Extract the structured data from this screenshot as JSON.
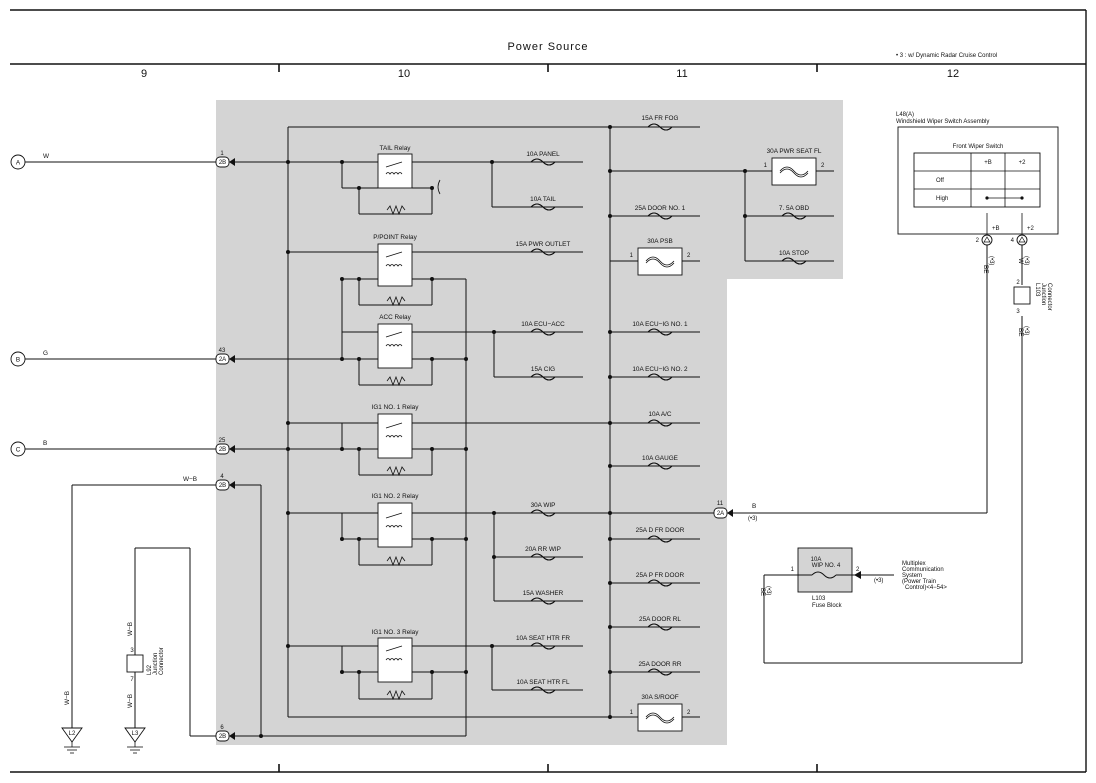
{
  "header": {
    "title": "Power Source",
    "note": "• 3 : w/ Dynamic Radar Cruise Control"
  },
  "columns": [
    "9",
    "10",
    "11",
    "12"
  ],
  "inputs": [
    {
      "letter": "A",
      "wire": "W",
      "pin": "1",
      "conn": "2B"
    },
    {
      "letter": "B",
      "wire": "G",
      "pin": "43",
      "conn": "2A"
    },
    {
      "letter": "C",
      "wire": "B",
      "pin": "25",
      "conn": "2B"
    }
  ],
  "ground_branch": {
    "wire": "W−B",
    "pin": "4",
    "conn": "2B"
  },
  "ground_pin6": {
    "pin": "6",
    "conn": "2B"
  },
  "relays": [
    "TAIL Relay",
    "P/POINT Relay",
    "ACC Relay",
    "IG1 NO. 1 Relay",
    "IG1 NO. 2 Relay",
    "IG1 NO. 3 Relay"
  ],
  "fuses_left": [
    "10A PANEL",
    "10A TAIL",
    "15A PWR OUTLET",
    "10A ECU−ACC",
    "15A CIG",
    "30A WIP",
    "20A RR WIP",
    "15A WASHER",
    "10A SEAT HTR FR",
    "10A SEAT HTR FL"
  ],
  "fuses_mid": [
    "15A FR FOG",
    "25A DOOR NO. 1",
    "10A ECU−IG NO. 1",
    "10A ECU−IG NO. 2",
    "10A A/C",
    "10A GAUGE",
    "25A D FR DOOR",
    "25A P FR DOOR",
    "25A DOOR RL",
    "25A DOOR RR"
  ],
  "fuses_right": [
    "7. 5A OBD",
    "10A STOP"
  ],
  "big_fuses": [
    {
      "label": "30A PWR SEAT FL",
      "p1": "1",
      "p2": "2"
    },
    {
      "label": "30A PSB",
      "p1": "1",
      "p2": "2"
    },
    {
      "label": "30A S/ROOF",
      "p1": "1",
      "p2": "2"
    }
  ],
  "wiper": {
    "ref": "L48(A)",
    "name": "Windshield Wiper Switch Assembly",
    "table_title": "Front Wiper Switch",
    "col1": "+B",
    "col2": "+2",
    "row1": "Off",
    "row2": "High",
    "pin_b": "2",
    "pin_b_label": "+B",
    "pin_2": "4",
    "pin_2_label": "+2",
    "wire_left": "BE",
    "wire_left_note": "(•3)",
    "wire_right": "W",
    "wire_right_note": "(•3)"
  },
  "junction_l103": {
    "ref": "L103",
    "name1": "Junction",
    "name2": "Connector",
    "pin_top": "2",
    "pin_bot": "3",
    "wire_below": "BE",
    "wire_below_note": "(•3)"
  },
  "output_2a": {
    "pin": "11",
    "conn": "2A",
    "wire": "B",
    "note": "(•3)"
  },
  "wip4": {
    "amp": "10A",
    "name": "WIP NO. 4",
    "p1": "1",
    "p2": "2",
    "ref": "L103",
    "sub": "Fuse Block",
    "left_wire": "BE",
    "left_note": "(•3)",
    "right_note": "(•3)"
  },
  "multiplex": {
    "l1": "Multiplex",
    "l2": "Communication",
    "l3": "System",
    "l4": "(Power Train",
    "l5": "Control)<4−54>"
  },
  "junction_l92": {
    "ref": "L92",
    "name1": "Junction",
    "name2": "Connector",
    "wire": "W−B",
    "pin_top": "3",
    "pin_bot": "7"
  },
  "grounds": [
    {
      "label": "L2",
      "wire": "W−B"
    },
    {
      "label": "L3",
      "wire": "W−B"
    }
  ]
}
